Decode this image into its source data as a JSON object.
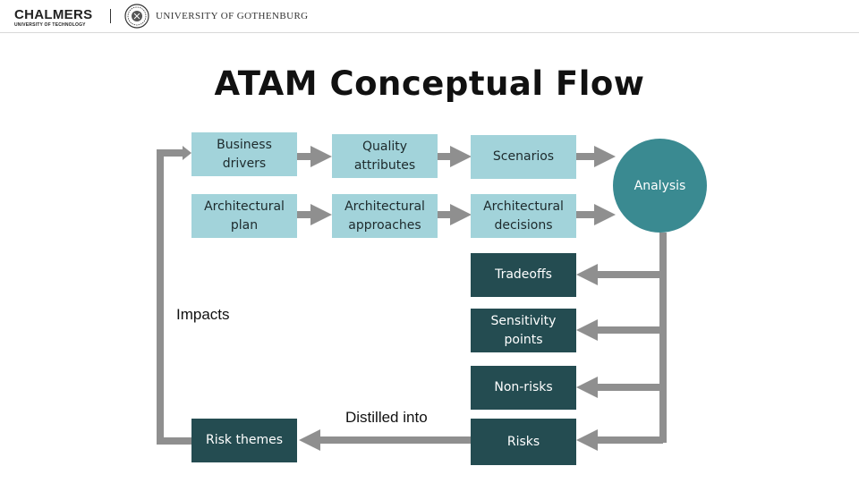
{
  "header": {
    "chalmers_name": "CHALMERS",
    "chalmers_subtitle": "UNIVERSITY OF TECHNOLOGY",
    "gothenburg_name": "UNIVERSITY OF GOTHENBURG"
  },
  "title": "ATAM Conceptual Flow",
  "boxes": {
    "business_drivers": "Business drivers",
    "quality_attributes": "Quality attributes",
    "scenarios": "Scenarios",
    "architectural_plan": "Architectural plan",
    "architectural_approaches": "Architectural approaches",
    "architectural_decisions": "Architectural decisions",
    "analysis": "Analysis",
    "tradeoffs": "Tradeoffs",
    "sensitivity_points": "Sensitivity points",
    "non_risks": "Non-risks",
    "risks": "Risks",
    "risk_themes": "Risk themes"
  },
  "labels": {
    "impacts": "Impacts",
    "distilled_into": "Distilled into"
  },
  "colors": {
    "light_box": "#a2d3da",
    "dark_box": "#244c51",
    "analysis_circle": "#3a8a91",
    "connector": "#8f8f8f"
  }
}
